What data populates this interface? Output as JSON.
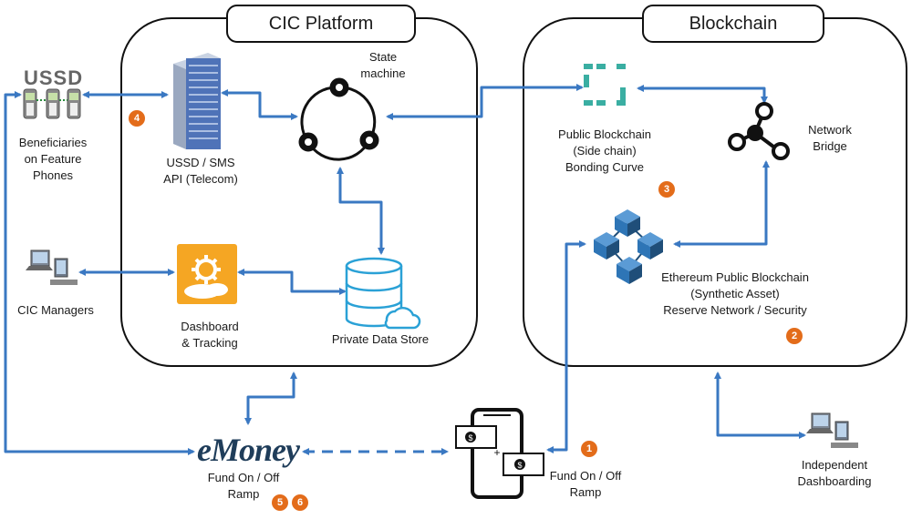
{
  "platform": {
    "title": "CIC Platform"
  },
  "blockchain": {
    "title": "Blockchain"
  },
  "ussd": {
    "logo": "USSD",
    "label_lines": [
      "Beneficiaries",
      "on Feature",
      "Phones"
    ]
  },
  "managers": {
    "label": "CIC Managers"
  },
  "telecom": {
    "label_lines": [
      "USSD / SMS",
      "API (Telecom)"
    ]
  },
  "state_machine": {
    "label_lines": [
      "State",
      "machine"
    ]
  },
  "dashboard": {
    "label_lines": [
      "Dashboard",
      "& Tracking"
    ]
  },
  "datastore": {
    "label": "Private Data Store"
  },
  "sidechain": {
    "label_lines": [
      "Public Blockchain",
      "(Side chain)",
      "Bonding Curve"
    ]
  },
  "bridge": {
    "label_lines": [
      "Network",
      "Bridge"
    ]
  },
  "ethereum": {
    "label_lines": [
      "Ethereum Public Blockchain",
      "(Synthetic Asset)",
      "Reserve Network / Security"
    ]
  },
  "emoney": {
    "logo_e": "e",
    "logo_rest": "Money",
    "label_lines": [
      "Fund On / Off",
      "Ramp"
    ]
  },
  "mobile": {
    "label_lines": [
      "Fund On / Off",
      "Ramp"
    ]
  },
  "independent": {
    "label_lines": [
      "Independent",
      "Dashboarding"
    ]
  },
  "badges": {
    "b1": "1",
    "b2": "2",
    "b3": "3",
    "b4": "4",
    "b5": "5",
    "b6": "6"
  },
  "colors": {
    "connector": "#3a78c2",
    "badge": "#e36c1a",
    "teal": "#3aaea2",
    "orange_tile": "#f5a623"
  }
}
